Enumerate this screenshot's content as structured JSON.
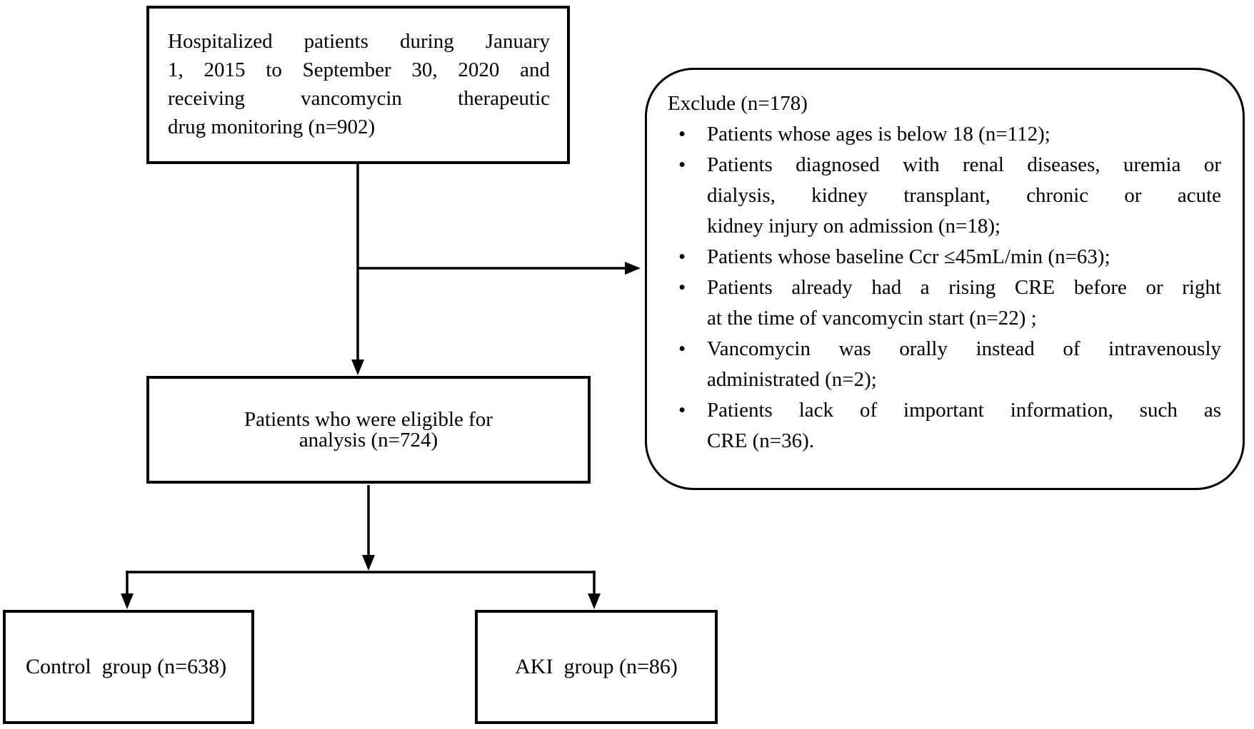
{
  "colors": {
    "stroke": "#000000",
    "text": "#000000",
    "background": "#ffffff"
  },
  "figure": {
    "top_box": {
      "lines": [
        "Hospitalized patients during January",
        "1, 2015 to September 30, 2020 and",
        "receiving vancomycin therapeutic",
        "drug monitoring (n=902)"
      ]
    },
    "exclude_box": {
      "title": "Exclude (n=178)",
      "bullet": "•",
      "items": [
        {
          "lines": [
            "Patients whose ages is below 18 (n=112);"
          ]
        },
        {
          "lines": [
            "Patients diagnosed with renal diseases, uremia or",
            "dialysis, kidney transplant, chronic or acute",
            "kidney injury on admission (n=18);"
          ]
        },
        {
          "lines": [
            "Patients whose baseline Ccr ≤45mL/min (n=63);"
          ]
        },
        {
          "lines": [
            "Patients already had a rising CRE before or right",
            "at the time of vancomycin start (n=22) ;"
          ]
        },
        {
          "lines": [
            "Vancomycin was orally instead of intravenously",
            "administrated (n=2);"
          ]
        },
        {
          "lines": [
            "Patients lack of important information, such as",
            "CRE (n=36)."
          ]
        }
      ]
    },
    "eligible_box": {
      "lines": [
        "Patients who were eligible for",
        "analysis (n=724)"
      ]
    },
    "control_box": {
      "label": "Control  group (n=638)"
    },
    "aki_box": {
      "label": "AKI  group (n=86)"
    }
  }
}
